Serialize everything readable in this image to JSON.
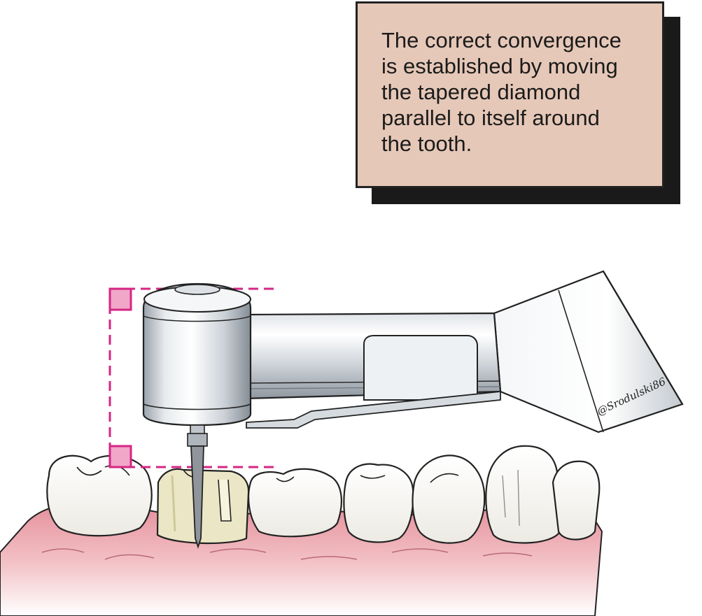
{
  "callout": {
    "lines": [
      "The correct convergence",
      "is established by moving",
      "the tapered diamond",
      "parallel to itself around",
      "the tooth."
    ]
  },
  "signature": "@Srodulski86",
  "colors": {
    "callout_fill": "#e6c8b8",
    "callout_shadow": "#1a1a1a",
    "guide_magenta": "#d62683",
    "guide_square_fill": "#f0a7c8",
    "gum": "#e9a7ae",
    "tooth": "#f4f3ef",
    "prepared_tooth": "#ebe6c5",
    "handpiece_light": "#f2f4f6",
    "handpiece_mid": "#c9ced4"
  }
}
